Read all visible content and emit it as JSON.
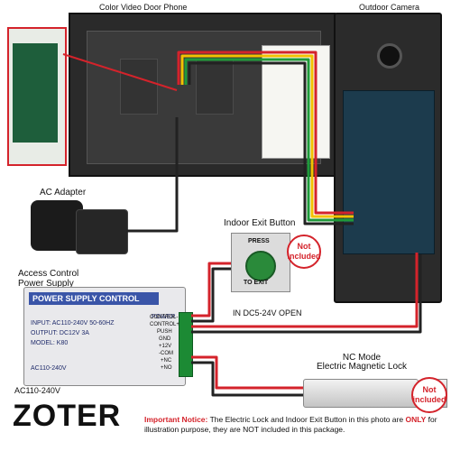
{
  "labels": {
    "monitor": "Color Video Door Phone",
    "camera": "Outdoor Camera",
    "adapter": "AC Adapter",
    "exit_button": "Indoor Exit Button",
    "psu_line1": "Access Control",
    "psu_line2": "Power Supply",
    "voltage_open": "IN DC5-24V OPEN",
    "lock_line1": "NC Mode",
    "lock_line2": "Electric Magnetic Lock",
    "ac_input": "AC110-240V"
  },
  "not_included": [
    "Not",
    "included"
  ],
  "exit_face": {
    "top": "PRESS",
    "bottom": "TO EXIT"
  },
  "psu_face": {
    "title": "POWER SUPPLY CONTROL",
    "power": "POWER",
    "input": "INPUT: AC110-240V 50-60HZ",
    "output": "OUTPUT: DC12V 3A",
    "model": "MODEL: K80",
    "ac": "AC110-240V"
  },
  "terminals": [
    "CONTROL-",
    "CONTROL+",
    "PUSH",
    "GND",
    "+12V",
    "-COM",
    "+NC",
    "+NO"
  ],
  "brand": "ZOTER",
  "notice": {
    "lead": "Important Notice:",
    "text1": " The Electric Lock and Indoor Exit Button in this photo are ",
    "only": "ONLY",
    "text2": " for illustration purpose, they are NOT included in this package."
  },
  "colors": {
    "accent": "#d4232b",
    "wire_red": "#d4232b",
    "wire_yellow": "#f2c200",
    "wire_green": "#1f9a3a"
  }
}
